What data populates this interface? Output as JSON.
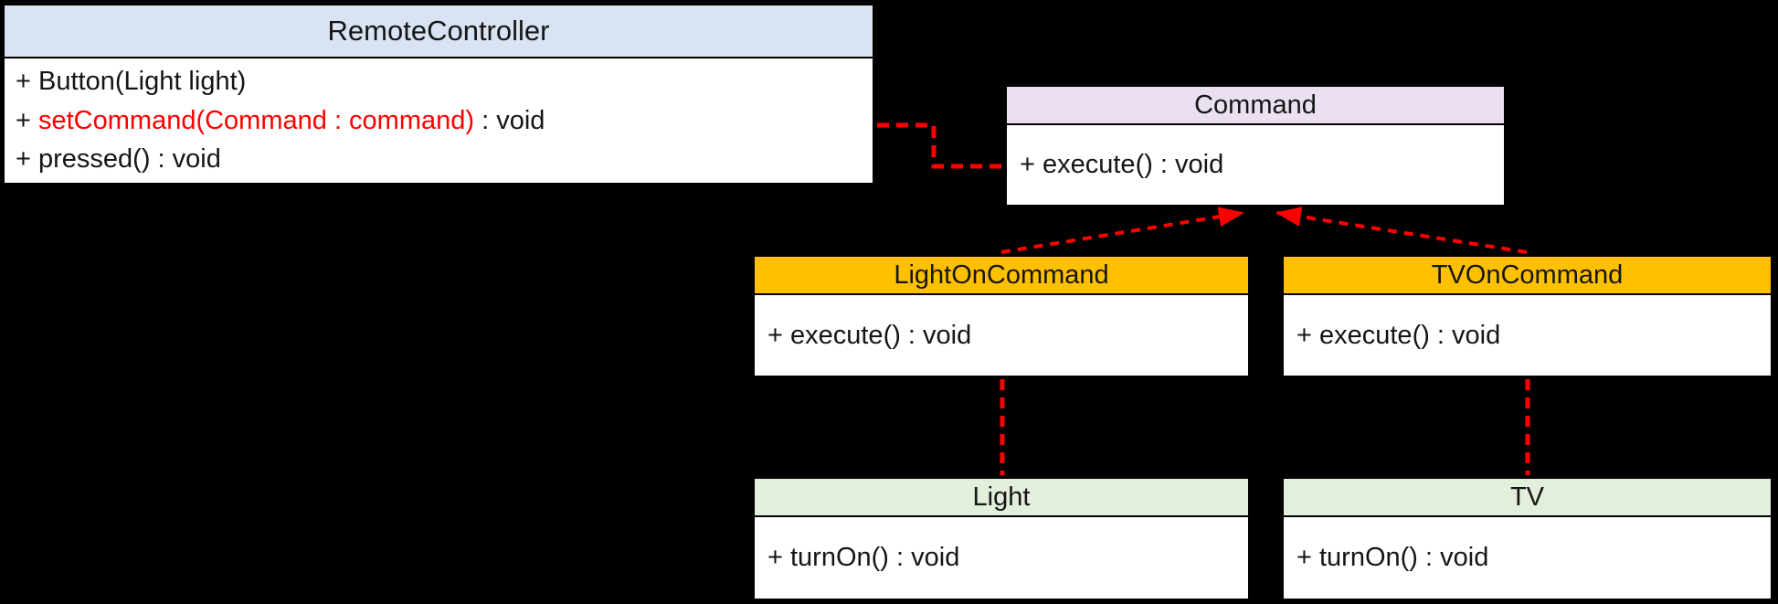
{
  "diagram": {
    "kind": "uml-class-diagram",
    "pattern": "Command pattern"
  },
  "colors": {
    "background": "#000000",
    "connector_red": "#ff0000",
    "highlight_method_red": "#ff0000",
    "remote_controller_header": "#dae3f3",
    "command_header": "#ebe0f0",
    "on_command_header": "#ffc000",
    "receiver_header": "#e2efda",
    "box_fill": "#ffffff",
    "box_border": "#000000"
  },
  "classes": {
    "remote_controller": {
      "title": "RemoteController",
      "method_1": "+ Button(Light light)",
      "method_2_prefix": "+ ",
      "method_2_red": "setCommand(Command : command)",
      "method_2_suffix": " : void",
      "method_3": "+ pressed() : void"
    },
    "command": {
      "title": "Command",
      "method_1": "+ execute() : void"
    },
    "light_on_command": {
      "title": "LightOnCommand",
      "method_1": "+ execute() : void"
    },
    "tv_on_command": {
      "title": "TVOnCommand",
      "method_1": "+ execute() : void"
    },
    "light": {
      "title": "Light",
      "method_1": "+ turnOn() : void"
    },
    "tv": {
      "title": "TV",
      "method_1": "+ turnOn() : void"
    }
  },
  "relationships": [
    {
      "from": "RemoteController",
      "to": "Command",
      "style": "red-dashed-elbow",
      "arrow": "none"
    },
    {
      "from": "LightOnCommand",
      "to": "Command",
      "style": "red-dashed",
      "arrow": "filled-triangle-at-command"
    },
    {
      "from": "TVOnCommand",
      "to": "Command",
      "style": "red-dashed",
      "arrow": "filled-triangle-at-command"
    },
    {
      "from": "LightOnCommand",
      "to": "Light",
      "style": "red-dashed-vertical",
      "arrow": "none"
    },
    {
      "from": "TVOnCommand",
      "to": "TV",
      "style": "red-dashed-vertical",
      "arrow": "none"
    }
  ]
}
